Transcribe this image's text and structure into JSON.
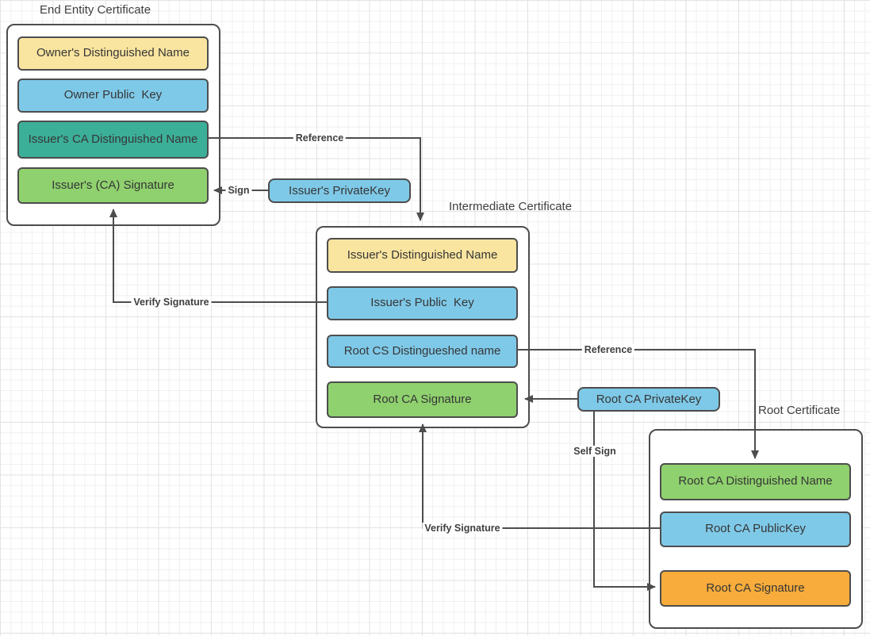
{
  "certificates": [
    {
      "title": "End Entity Certificate",
      "fields": [
        {
          "label": "Owner's Distinguished Name",
          "color": "#fae5a0"
        },
        {
          "label": "Owner Public  Key",
          "color": "#7fc9e8"
        },
        {
          "label": "Issuer's CA Distinguished Name",
          "color": "#3caf99"
        },
        {
          "label": "Issuer's (CA) Signature",
          "color": "#8fd16e"
        }
      ]
    },
    {
      "title": "Intermediate Certificate",
      "fields": [
        {
          "label": "Issuer's Distinguished Name",
          "color": "#fae5a0"
        },
        {
          "label": "Issuer's Public  Key",
          "color": "#7fc9e8"
        },
        {
          "label": "Root CS Distingueshed name",
          "color": "#7fc9e8"
        },
        {
          "label": "Root CA Signature",
          "color": "#8fd16e"
        }
      ]
    },
    {
      "title": "Root Certificate",
      "fields": [
        {
          "label": "Root CA Distinguished Name",
          "color": "#8fd16e"
        },
        {
          "label": "Root CA PublicKey",
          "color": "#7fc9e8"
        },
        {
          "label": "Root CA Signature",
          "color": "#f7ac3b"
        }
      ]
    }
  ],
  "keys": [
    {
      "label": "Issuer's PrivateKey",
      "color": "#7fc9e8"
    },
    {
      "label": "Root CA PrivateKey",
      "color": "#7fc9e8"
    }
  ],
  "edge_labels": {
    "sign": "Sign",
    "reference_1": "Reference",
    "verify_signature_1": "Verify Signature",
    "reference_2": "Reference",
    "self_sign": "Self Sign",
    "verify_signature_2": "Verify Signature"
  },
  "colors": {
    "stroke": "#4d4d4d",
    "text": "#363636",
    "grid_minor": "#f0f0f0",
    "grid_major": "#e3e3e3",
    "field_yellow": "#fae5a0",
    "field_blue": "#7fc9e8",
    "field_teal": "#3caf99",
    "field_green": "#8fd16e",
    "field_orange": "#f7ac3b"
  }
}
